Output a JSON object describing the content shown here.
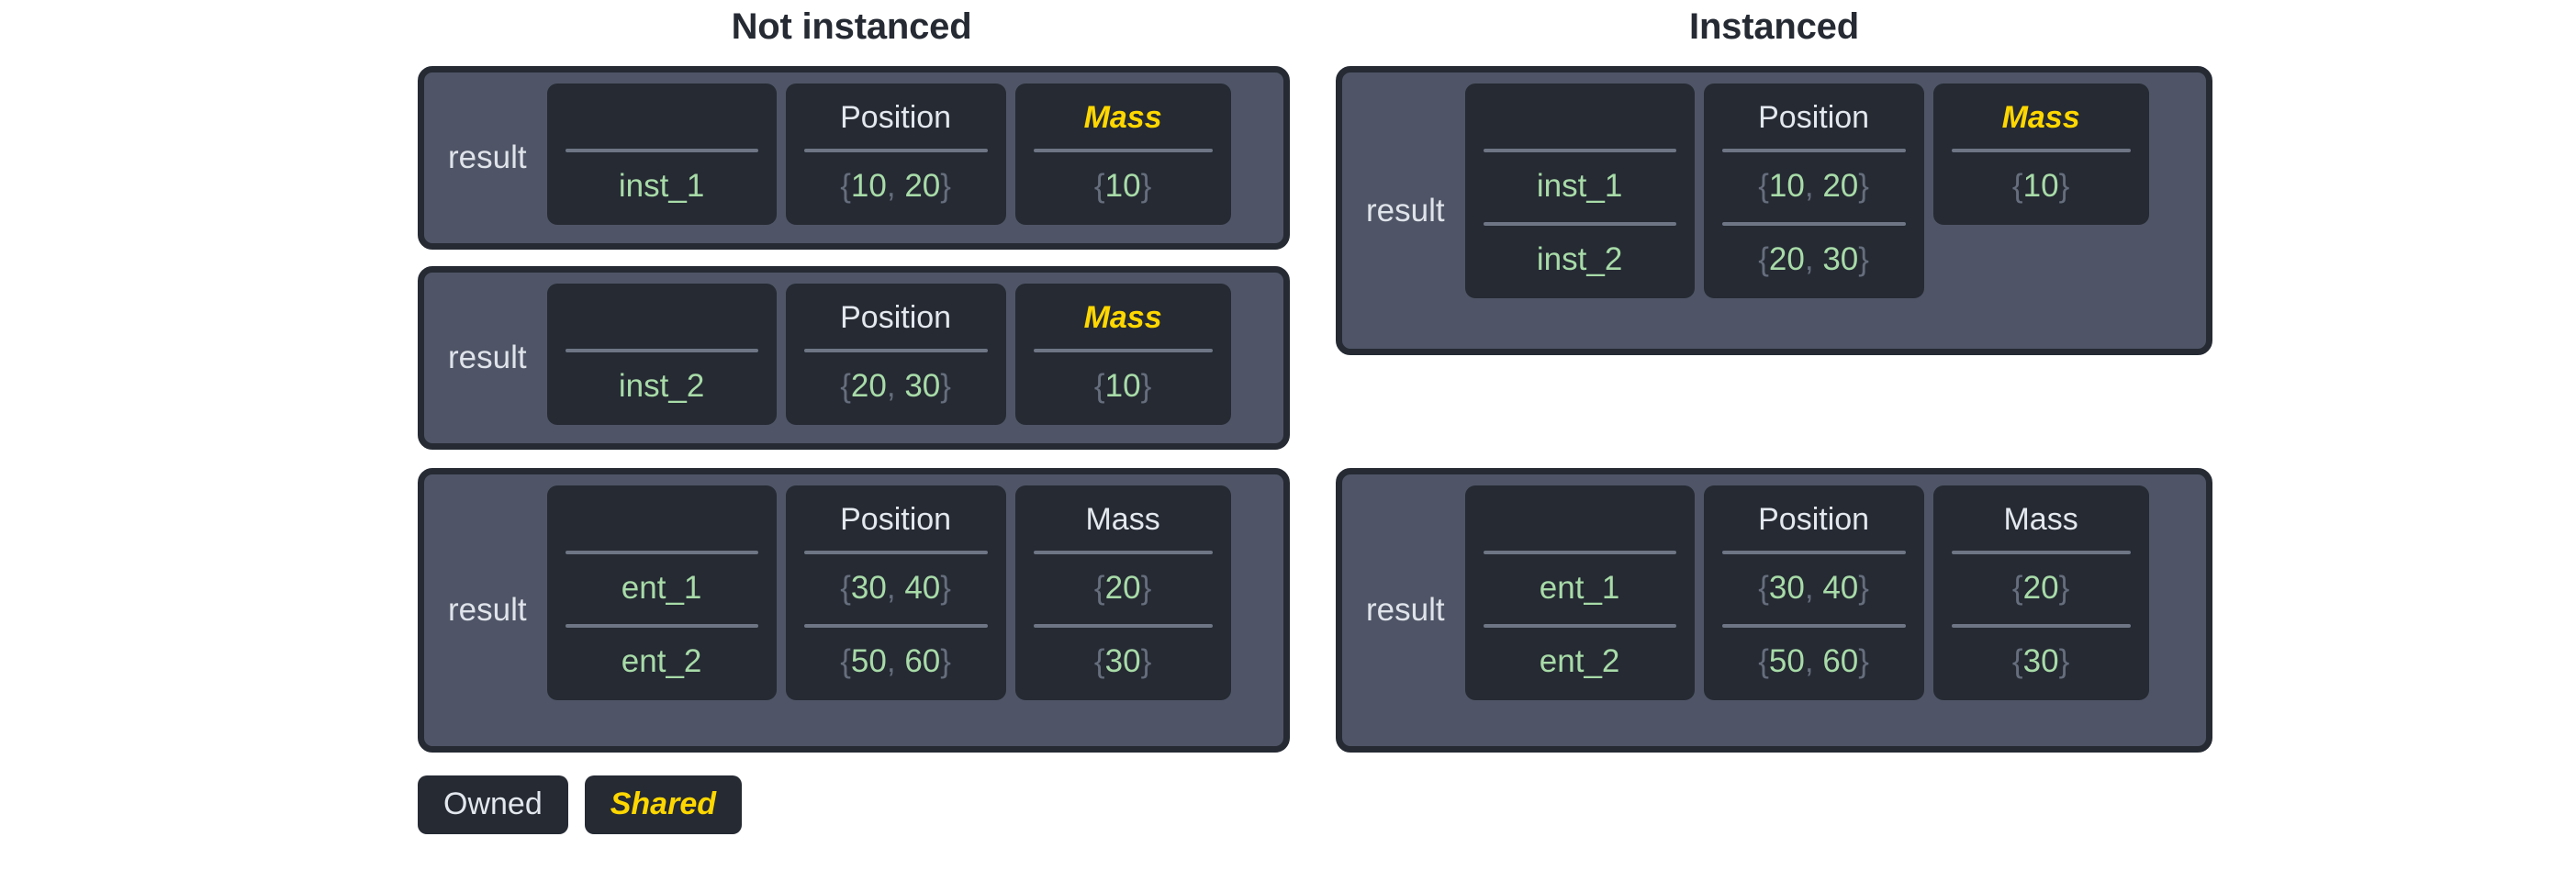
{
  "headings": {
    "left": "Not instanced",
    "right": "Instanced"
  },
  "legend": {
    "owned": "Owned",
    "shared": "Shared"
  },
  "colors": {
    "page_background": "#ffffff",
    "title_text": "#252a33",
    "panel_background": "#4f5566",
    "panel_border": "#252a33",
    "column_background": "#252a33",
    "header_owned_text": "#e3e7ee",
    "header_shared_text": "#ffd700",
    "value_text": "#a8dba8",
    "brace_text": "#666e7d",
    "rule": "#6e7685",
    "label_text": "#dfe3ea"
  },
  "tables": {
    "not_instanced": [
      {
        "label": "result",
        "columns": [
          {
            "header": "",
            "kind": "blank",
            "values": [
              "inst_1"
            ],
            "rows": 1
          },
          {
            "header": "Position",
            "kind": "owned",
            "values": [
              "{10, 20}"
            ],
            "rows": 1
          },
          {
            "header": "Mass",
            "kind": "shared",
            "values": [
              "{10}"
            ],
            "rows": 1
          }
        ]
      },
      {
        "label": "result",
        "columns": [
          {
            "header": "",
            "kind": "blank",
            "values": [
              "inst_2"
            ],
            "rows": 1
          },
          {
            "header": "Position",
            "kind": "owned",
            "values": [
              "{20, 30}"
            ],
            "rows": 1
          },
          {
            "header": "Mass",
            "kind": "shared",
            "values": [
              "{10}"
            ],
            "rows": 1
          }
        ]
      },
      {
        "label": "result",
        "columns": [
          {
            "header": "",
            "kind": "blank",
            "values": [
              "ent_1",
              "ent_2"
            ],
            "rows": 2
          },
          {
            "header": "Position",
            "kind": "owned",
            "values": [
              "{30, 40}",
              "{50, 60}"
            ],
            "rows": 2
          },
          {
            "header": "Mass",
            "kind": "owned",
            "values": [
              "{20}",
              "{30}"
            ],
            "rows": 2
          }
        ]
      }
    ],
    "instanced": [
      {
        "label": "result",
        "columns": [
          {
            "header": "",
            "kind": "blank",
            "values": [
              "inst_1",
              "inst_2"
            ],
            "rows": 2
          },
          {
            "header": "Position",
            "kind": "owned",
            "values": [
              "{10, 20}",
              "{20, 30}"
            ],
            "rows": 2
          },
          {
            "header": "Mass",
            "kind": "shared",
            "values": [
              "{10}"
            ],
            "rows": 1
          }
        ]
      },
      {
        "label": "result",
        "columns": [
          {
            "header": "",
            "kind": "blank",
            "values": [
              "ent_1",
              "ent_2"
            ],
            "rows": 2
          },
          {
            "header": "Position",
            "kind": "owned",
            "values": [
              "{30, 40}",
              "{50, 60}"
            ],
            "rows": 2
          },
          {
            "header": "Mass",
            "kind": "owned",
            "values": [
              "{20}",
              "{30}"
            ],
            "rows": 2
          }
        ]
      }
    ]
  }
}
